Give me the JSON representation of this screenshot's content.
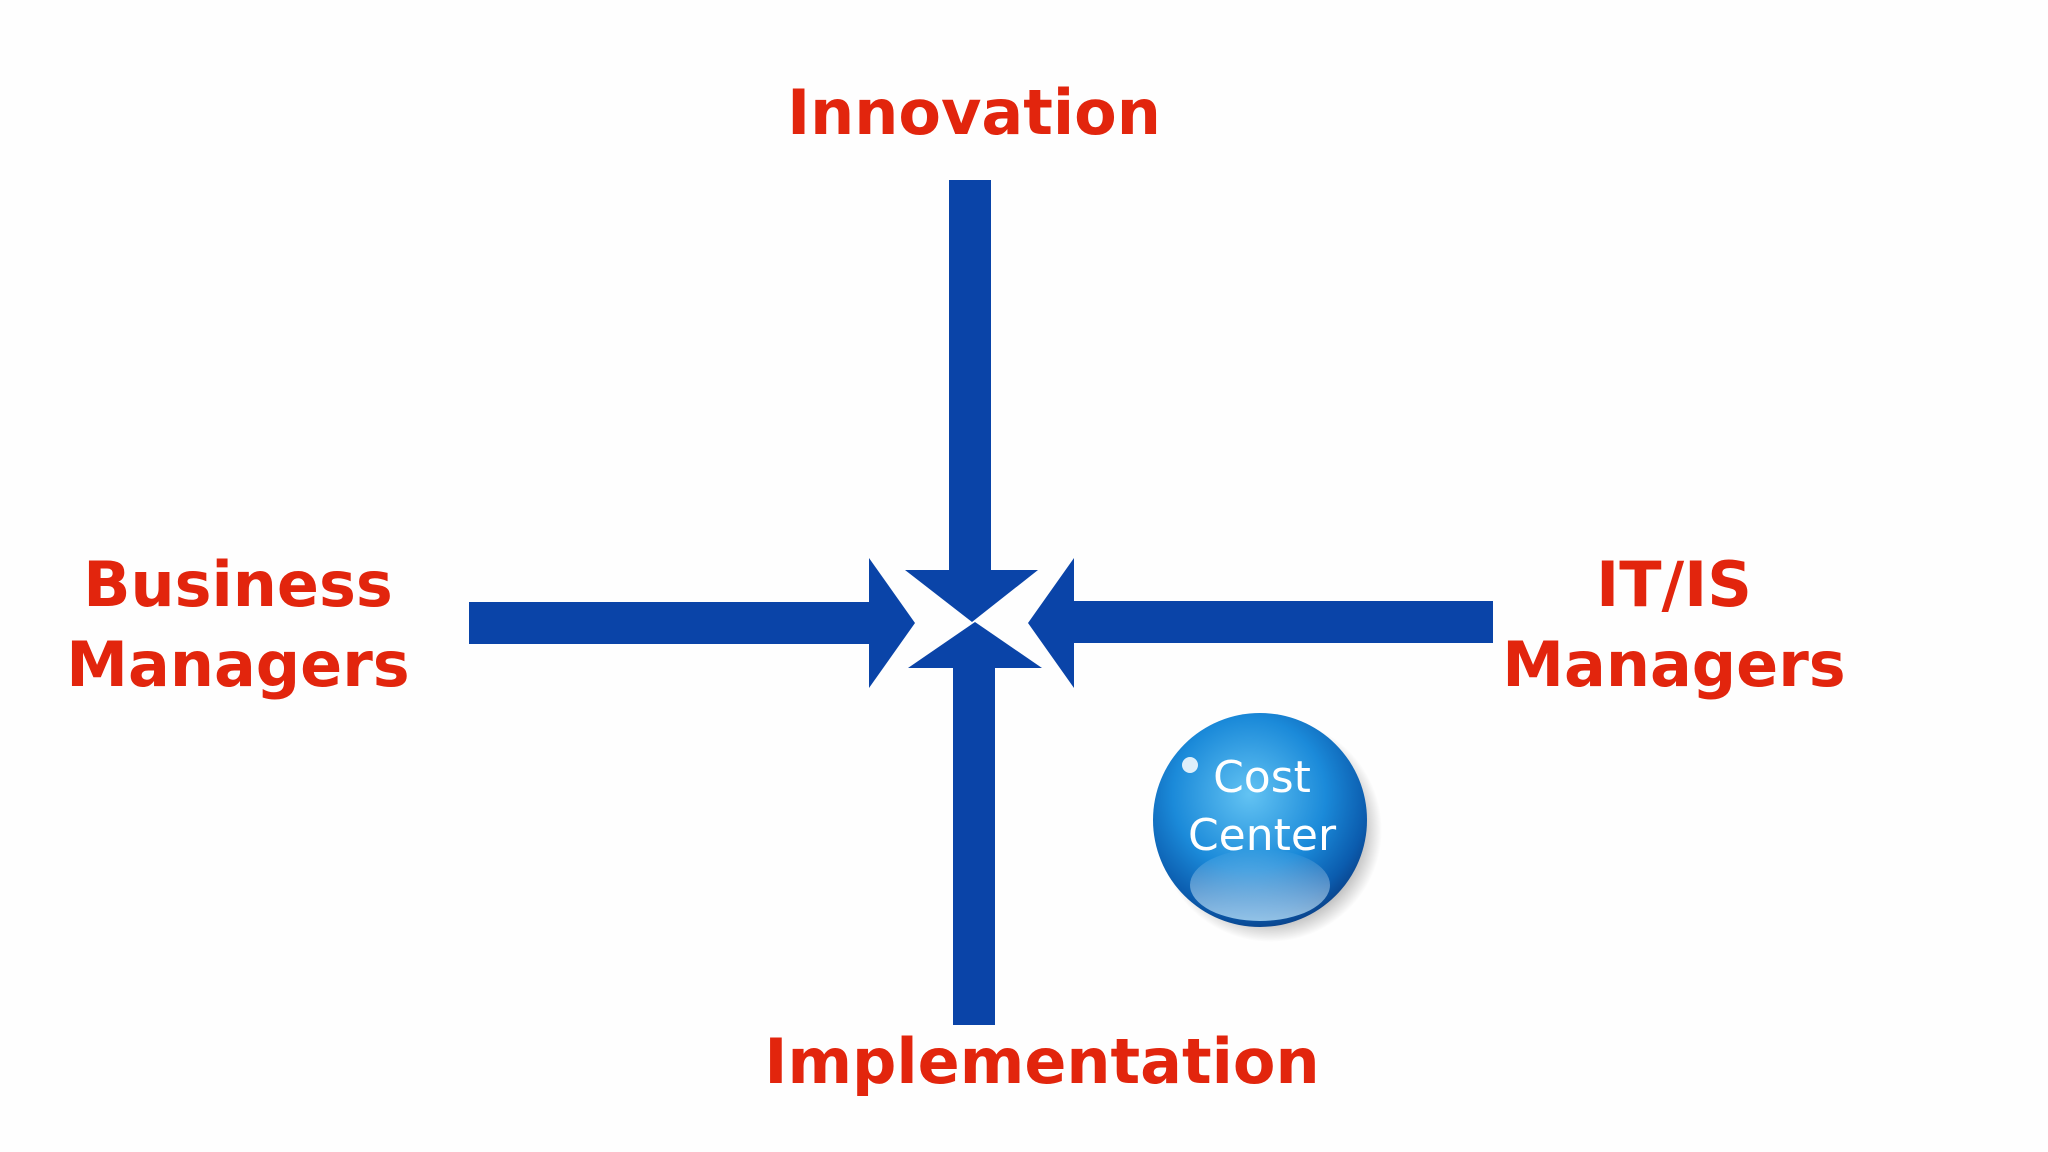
{
  "diagram": {
    "axis_top": "Innovation",
    "axis_bottom": "Implementation",
    "left_label": [
      "Business",
      "Managers"
    ],
    "right_label": [
      "IT/IS",
      "Managers"
    ],
    "badge": [
      "Cost",
      "Center"
    ]
  },
  "colors": {
    "label_red": "#e2250d",
    "arrow_blue": "#0a44a8",
    "orb_blue": "#1a82d6",
    "background": "#fefefe"
  }
}
